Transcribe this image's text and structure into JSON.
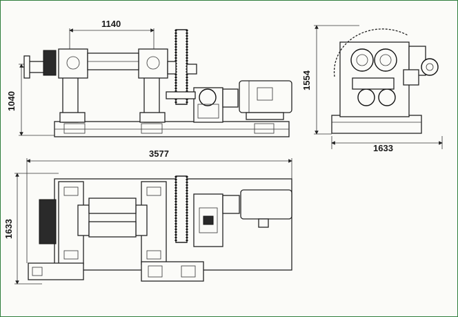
{
  "dimensions": {
    "front_roll_span": "1140",
    "front_height": "1040",
    "side_height": "1554",
    "side_width": "1633",
    "plan_length": "3577",
    "plan_width": "1633"
  },
  "colors": {
    "border": "#2e7d3a",
    "ink": "#222222"
  }
}
